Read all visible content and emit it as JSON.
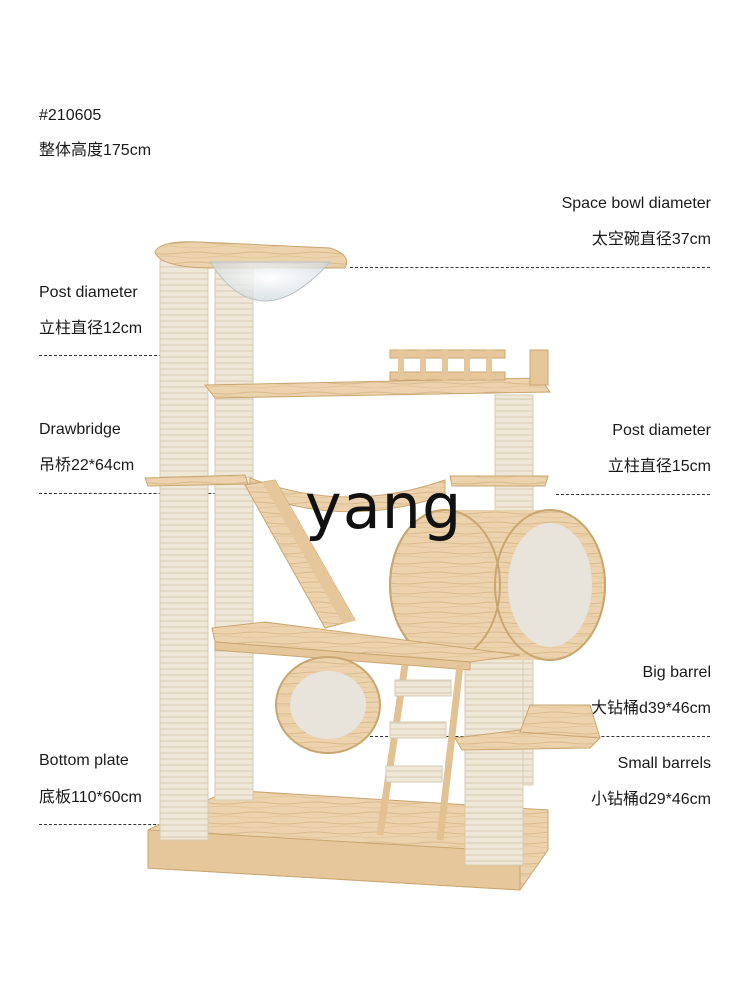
{
  "product": {
    "code": "#210605",
    "overall_height": "整体高度175cm"
  },
  "annotations": {
    "space_bowl": {
      "en": "Space bowl diameter",
      "zh": "太空碗直径37cm"
    },
    "post_left": {
      "en": "Post diameter",
      "zh": "立柱直径12cm"
    },
    "drawbridge": {
      "en": "Drawbridge",
      "zh": "吊桥22*64cm"
    },
    "post_right": {
      "en": "Post diameter",
      "zh": "立柱直径15cm"
    },
    "big_barrel": {
      "en": "Big barrel",
      "zh": "大钻桶d39*46cm"
    },
    "bottom_plate": {
      "en": "Bottom plate",
      "zh": "底板110*60cm"
    },
    "small_barrels": {
      "en": "Small barrels",
      "zh": "小钻桶d29*46cm"
    }
  },
  "watermark": "yang",
  "colors": {
    "wood": "#ecd3ae",
    "wood_dark": "#d8b584",
    "sisal": "#efe8d8",
    "sisal_line": "#ddd3bd",
    "cushion": "#e8e3db"
  }
}
